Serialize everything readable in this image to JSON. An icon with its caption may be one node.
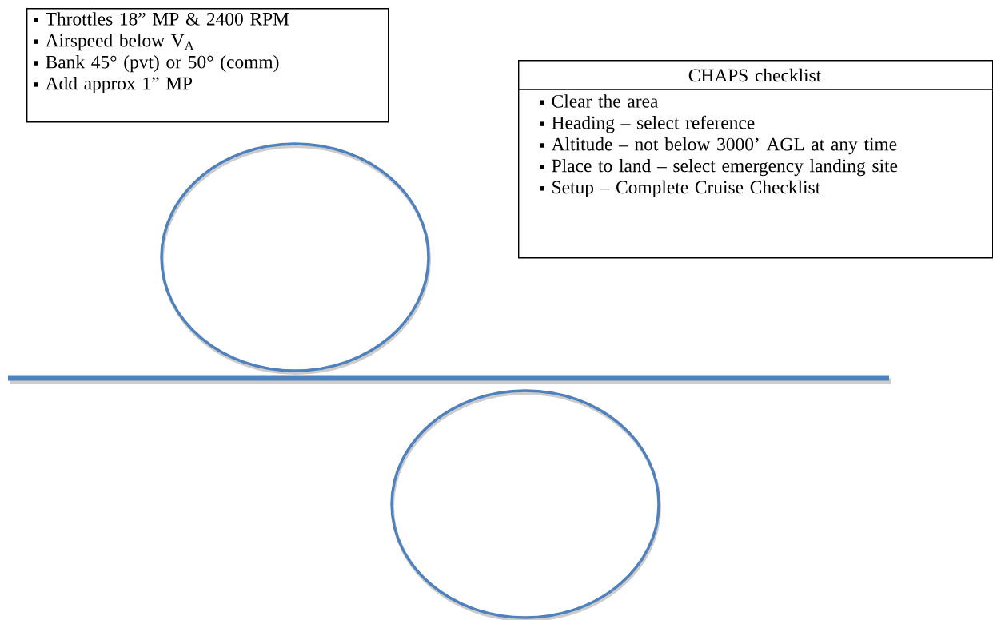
{
  "diagram": {
    "nodes": [
      {
        "text": [
          "Throttles 18” MP & 2400 RPM",
          "Airspeed below V$_{A}$",
          "Bank 45° (pvt) or 50° (comm)",
          "Add approx 1” MP"
        ]
      },
      {
        "text": [
          "CHAPS checklist",
          "Clear the area",
          "Heading – select reference",
          "Altitude – not below 3000’ AGL at any time",
          "Place to land – select emergency landing site",
          "Setup – Complete Cruise Checklist"
        ]
      },
      {
        "text": [],
        "shape": "circle"
      },
      {
        "text": [],
        "shape": "bar"
      },
      {
        "text": [],
        "shape": "circle"
      }
    ]
  }
}
